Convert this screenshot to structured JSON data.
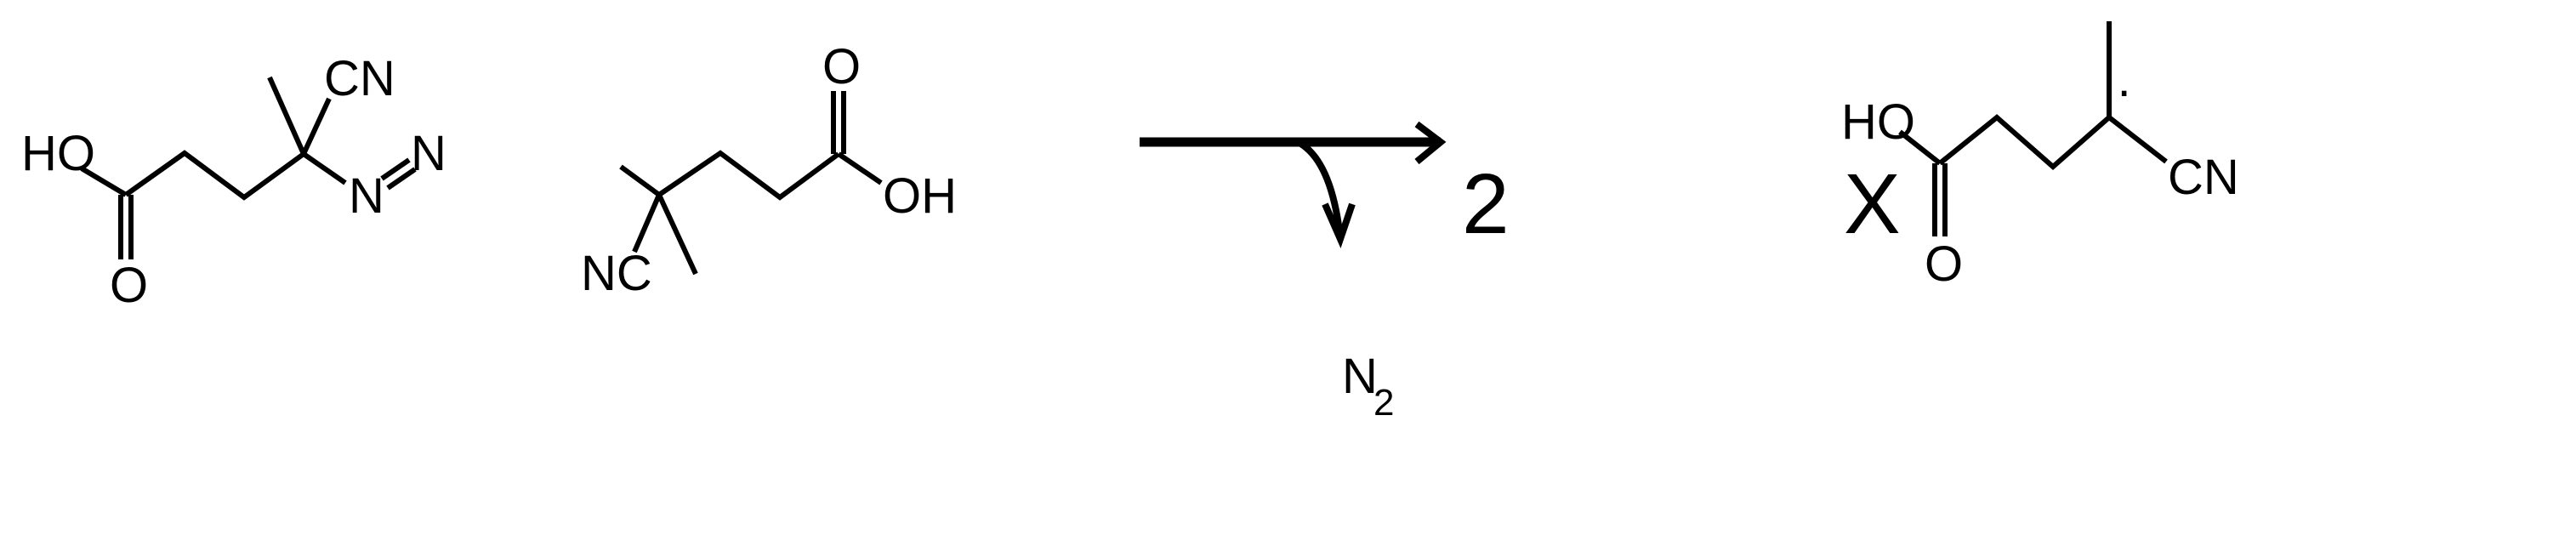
{
  "diagram": {
    "type": "chemical_reaction_scheme",
    "description": "Thermal decomposition of 4,4'-azobis(4-cyanovaleric acid) releasing N2 and forming two carbon-centered radicals",
    "colors": {
      "ink": "#000000",
      "background": "#ffffff"
    },
    "reactant": {
      "name": "4,4'-azobis(4-cyanovaleric acid)",
      "labels": {
        "left_oh": "HO",
        "left_carbonyl_o": "O",
        "left_cn": "CN",
        "azo_n1": "N",
        "azo_n2": "N",
        "right_nc": "NC",
        "right_carbonyl_o": "O",
        "right_oh": "OH"
      }
    },
    "arrow": {
      "direction": "right",
      "byproduct_curved_arrow": "down"
    },
    "byproduct": {
      "element": "N",
      "subscript": "2"
    },
    "product": {
      "coefficient": "2",
      "times": "X",
      "name": "4-cyanovaleric acid radical",
      "labels": {
        "oh": "HO",
        "carbonyl_o": "O",
        "cn": "CN",
        "radical_dot": "·"
      }
    }
  }
}
